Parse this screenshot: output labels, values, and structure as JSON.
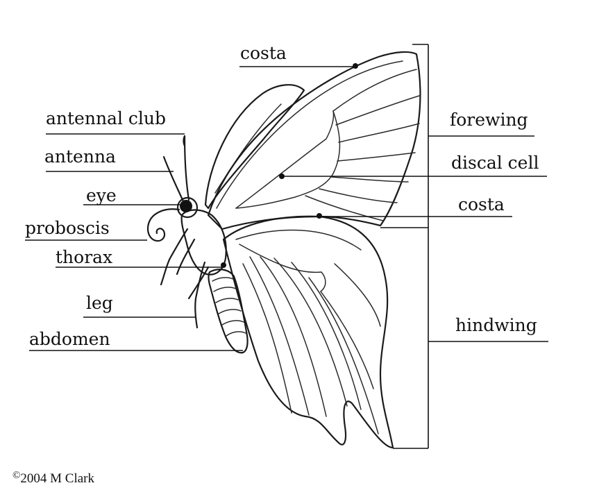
{
  "labels": {
    "costa_top": "costa",
    "antennal_club": "antennal club",
    "antenna": "antenna",
    "eye": "eye",
    "proboscis": "proboscis",
    "thorax": "thorax",
    "leg": "leg",
    "abdomen": "abdomen",
    "forewing": "forewing",
    "discal_cell": "discal cell",
    "costa_mid": "costa",
    "hindwing": "hindwing"
  },
  "copyright": {
    "symbol": "©",
    "text": "2004 M Clark"
  },
  "colors": {
    "ink": "#1a1a1a",
    "background": "#ffffff"
  }
}
